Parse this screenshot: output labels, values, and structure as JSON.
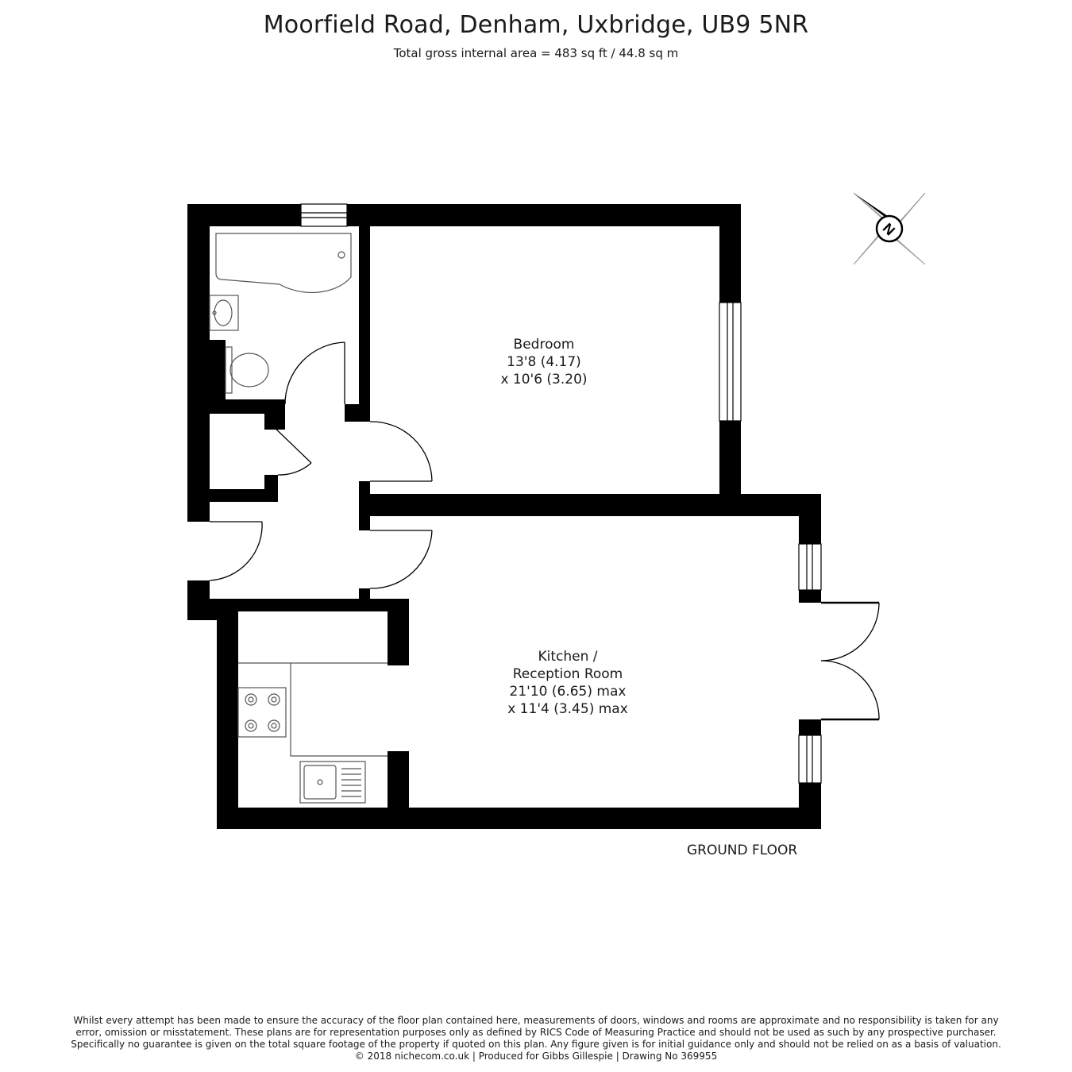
{
  "header": {
    "title": "Moorfield Road, Denham, Uxbridge, UB9 5NR",
    "subtitle": "Total gross internal area = 483 sq ft / 44.8 sq m"
  },
  "rooms": {
    "bedroom": {
      "name": "Bedroom",
      "dim1": "13'8 (4.17)",
      "dim2": "x 10'6 (3.20)"
    },
    "kitchen": {
      "name": "Kitchen /",
      "name2": "Reception Room",
      "dim1": "21'10 (6.65) max",
      "dim2": "x 11'4 (3.45) max"
    }
  },
  "floor_label": "GROUND FLOOR",
  "compass": {
    "label": "N",
    "icon": "compass-icon"
  },
  "disclaimer": {
    "line1": "Whilst every attempt has been made to ensure the accuracy of the floor plan contained here, measurements of doors, windows and rooms are approximate and no responsibility is taken for any",
    "line2": "error, omission or misstatement. These plans are for representation purposes only as defined by RICS Code of Measuring Practice and should not be used as such by any prospective purchaser.",
    "line3": "Specifically no guarantee is given on the total square footage of the property if quoted on this plan. Any figure given is for initial guidance only and should not be relied on as a basis of valuation.",
    "line4": "© 2018 nichecom.co.uk  |  Produced for Gibbs Gillespie  |  Drawing No 369955"
  },
  "colors": {
    "wall": "#000000",
    "fixture": "#555555",
    "text": "#1a1a1a"
  }
}
